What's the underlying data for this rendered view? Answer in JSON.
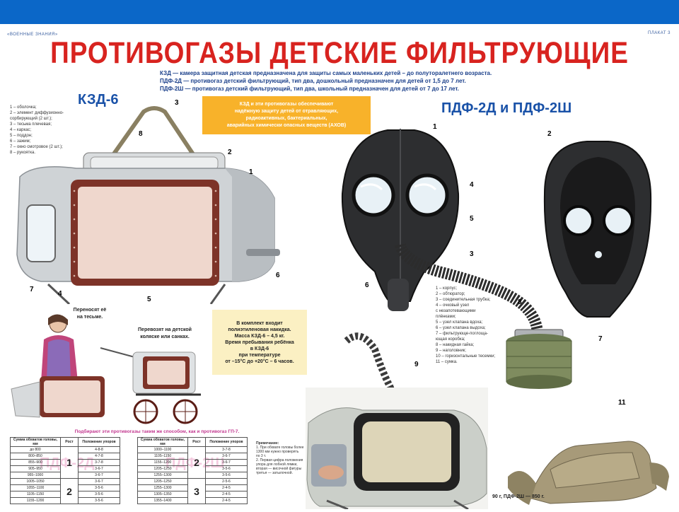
{
  "header": {
    "left": "«ВОЕННЫЕ ЗНАНИЯ»",
    "right": "ПЛАКАТ 3"
  },
  "title": "ПРОТИВОГАЗЫ ДЕТСКИЕ ФИЛЬТРУЮЩИЕ",
  "legend": [
    "КЗД — камера защитная детская предназначена для защиты самых маленьких детей – до полуторалетнего возраста.",
    "ПДФ-2Д — противогаз детский фильтрующий, тип два, дошкольный предназначен для детей от 1,5 до 7 лет.",
    "ПДФ-2Ш — противогаз детский фильтрующий, тип два, школьный предназначен для детей от 7 до 17 лет."
  ],
  "kzd": {
    "title": "КЗД-6",
    "parts": [
      "1 – оболочка;",
      "2 – элемент диффузионно-",
      "сорбирующий (2 шт.);",
      "3 – тесьма плечевая;",
      "4 – каркас;",
      "5 – поддон;",
      "6 – зажим;",
      "7 – окно смотровое (2 шт.);",
      "8 – рукоятка."
    ],
    "orange_box": [
      "КЗД и эти противогазы обеспечивают",
      "надёжную защиту детей от отравляющих,",
      "радиоактивных, бактериальных,",
      "аварийных химически опасных веществ (АХОВ)"
    ],
    "carry_caption_1": [
      "Переносят её",
      "на тесьме."
    ],
    "carry_caption_2": [
      "Перевозят на детской",
      "коляске или санках."
    ],
    "yellow_box": [
      "В комплект входит",
      "полиэтиленовая накидка.",
      "Масса КЗД-6 – 4,5 кг.",
      "Время пребывания ребёнка",
      "в КЗД-6",
      "при температуре",
      "от –15°С до +20°С – 6 часов."
    ]
  },
  "pdf": {
    "title": "ПДФ-2Д и ПДФ-2Ш",
    "parts": [
      "1 – корпус;",
      "2 – обтюратор;",
      "3 – соединительная трубка;",
      "4 – очковый узел",
      "с незапотевающими",
      "плёнками;",
      "5 – узел клапана вдоха;",
      "6 – узел клапана выдоха;",
      "7 – фильтрующе-поглоща-",
      "ющая коробка;",
      "8 – накидная гайка;",
      "9 – наголовник;",
      "10 – горизонтальные тесемки;",
      "11 – сумка."
    ],
    "mass": "90 г, ПДФ-2Ш — 850 г."
  },
  "sizing": {
    "caption": "Подбирают эти противогазы таким же способом, как и противогаз ГП-7.",
    "watermark_left": "ПДФ-2Д",
    "watermark_right": "ПДФ-2Ш",
    "headers": [
      "Сумма обхватов головы, мм",
      "Рост",
      "Положение упоров"
    ],
    "note": [
      "Примечание:",
      "1. При обхвате головы более",
      "1300 мм нужно проверять",
      "по 3 т.",
      "2. Первая цифра положения",
      "упора для лобной лямки,",
      "вторая — височной фигуры",
      "третья — затылочной."
    ],
    "left_rows": [
      [
        "до 800",
        "",
        "4-8-8"
      ],
      [
        "800–850",
        "",
        "4-7-8"
      ],
      [
        "855–900",
        "1",
        "3-7-8"
      ],
      [
        "905–950",
        "",
        "3-6-7"
      ],
      [
        "955–1000",
        "",
        "3-6-7"
      ],
      [
        "1005–1050",
        "",
        "3-6-7"
      ],
      [
        "1055–1100",
        "2",
        "3-5-6"
      ],
      [
        "1105–1150",
        "",
        "3-5-6"
      ],
      [
        "1155–1200",
        "",
        "3-5-6"
      ]
    ],
    "right_rows": [
      [
        "1000–1100",
        "",
        "3-7-8"
      ],
      [
        "1105–1150",
        "2",
        "3-6-7"
      ],
      [
        "1155–1200",
        "",
        "3-6-7"
      ],
      [
        "1205–1250",
        "",
        "3-5-6"
      ],
      [
        "1255–1300",
        "",
        "3-5-6"
      ],
      [
        "1205–1250",
        "3",
        "2-5-6"
      ],
      [
        "1255–1300",
        "",
        "2-4-5"
      ],
      [
        "1305–1350",
        "",
        "2-4-5"
      ],
      [
        "1355–1400",
        "",
        "2-4-5"
      ]
    ],
    "left_row_nums": [
      "1",
      "2"
    ],
    "right_row_nums": [
      "2",
      "3"
    ]
  },
  "callouts": {
    "kzd": [
      "1",
      "2",
      "3",
      "4",
      "5",
      "6",
      "7",
      "8"
    ],
    "mask": [
      "1",
      "2",
      "3",
      "4",
      "5",
      "6",
      "7",
      "8",
      "9",
      "11"
    ]
  },
  "colors": {
    "topbar": "#0b67c8",
    "title": "#d8231f",
    "heading": "#1a52a8",
    "orange": "#f8b22a",
    "yellow": "#fbf0c3"
  }
}
